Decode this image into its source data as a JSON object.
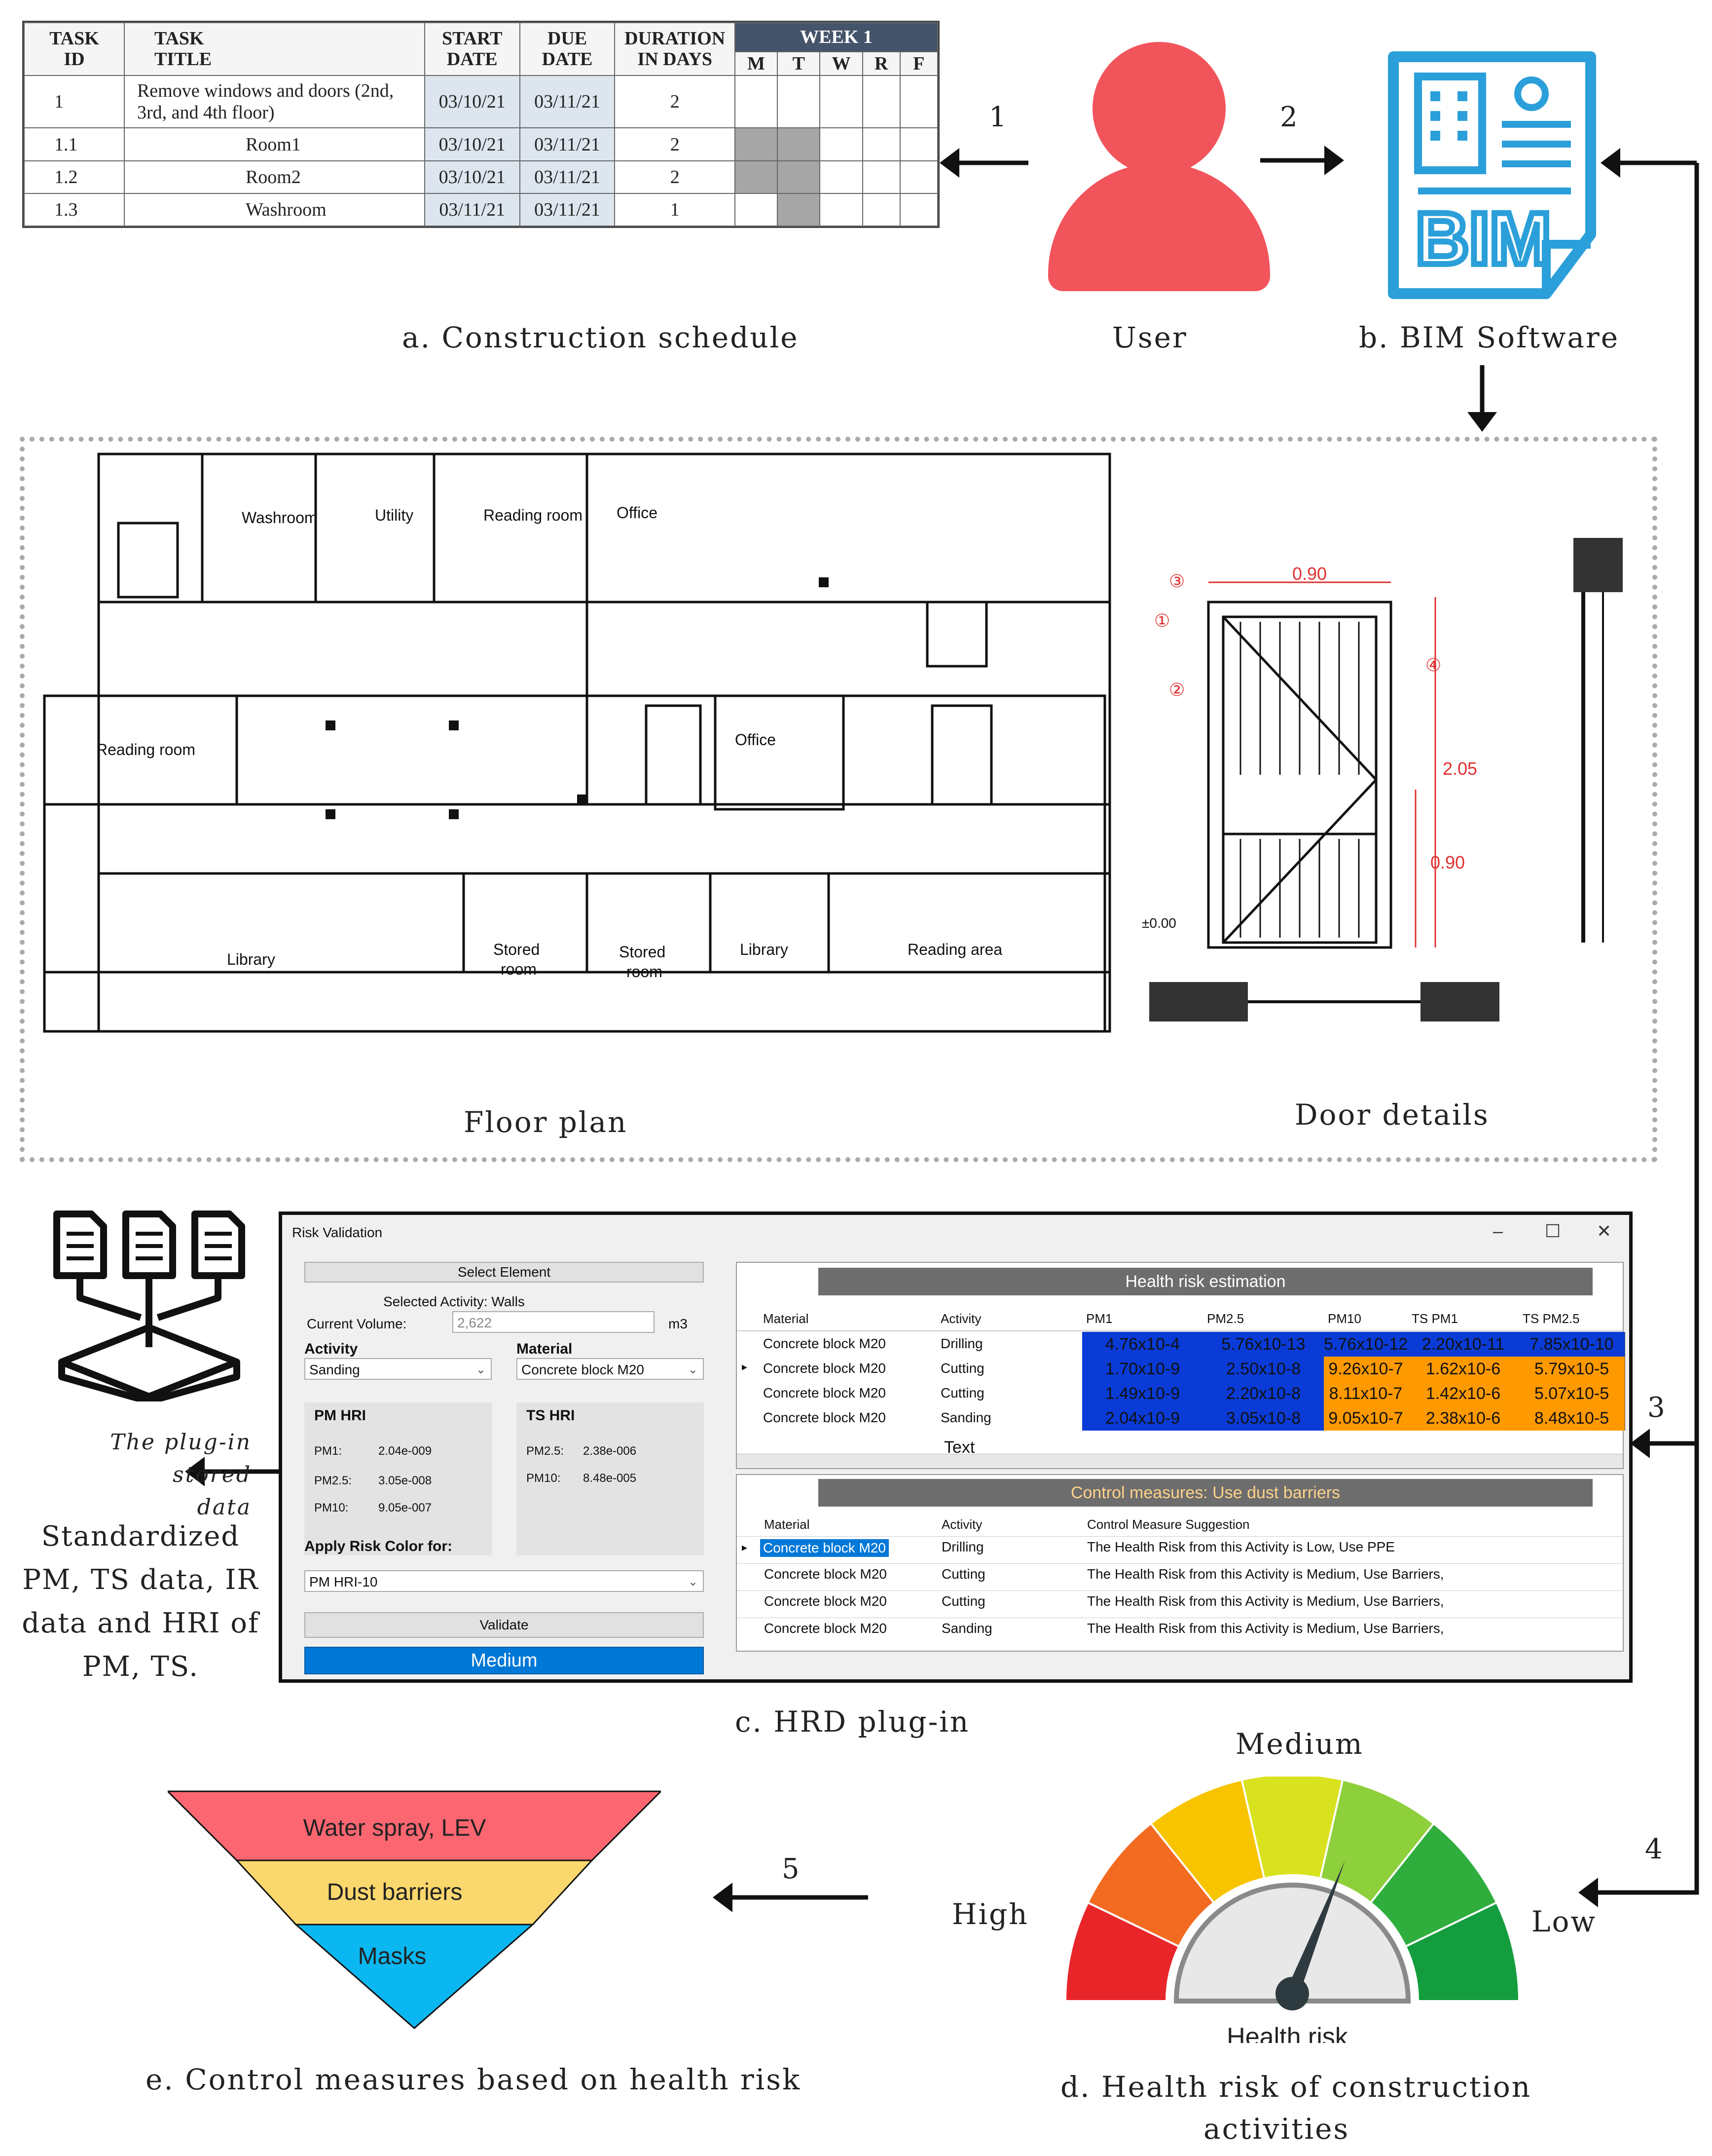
{
  "schedule": {
    "headers": {
      "task_id": [
        "TASK",
        "ID"
      ],
      "task_title": [
        "TASK",
        "TITLE"
      ],
      "start": [
        "START",
        "DATE"
      ],
      "due": [
        "DUE",
        "DATE"
      ],
      "duration": [
        "DURATION",
        "IN DAYS"
      ],
      "week": "WEEK 1",
      "days": [
        "M",
        "T",
        "W",
        "R",
        "F"
      ]
    },
    "rows": [
      {
        "id": "1",
        "title_line1": "Remove windows and doors (2nd,",
        "title_line2": "3rd, and 4th floor)",
        "start": "03/10/21",
        "due": "03/11/21",
        "days": "2",
        "filled": [
          false,
          false,
          false,
          false,
          false
        ]
      },
      {
        "id": "1.1",
        "title": "Room1",
        "start": "03/10/21",
        "due": "03/11/21",
        "days": "2",
        "filled": [
          true,
          true,
          false,
          false,
          false
        ]
      },
      {
        "id": "1.2",
        "title": "Room2",
        "start": "03/10/21",
        "due": "03/11/21",
        "days": "2",
        "filled": [
          true,
          true,
          false,
          false,
          false
        ]
      },
      {
        "id": "1.3",
        "title": "Washroom",
        "start": "03/11/21",
        "due": "03/11/21",
        "days": "1",
        "filled": [
          false,
          true,
          false,
          false,
          false
        ]
      }
    ]
  },
  "captions": {
    "schedule": "a. Construction schedule",
    "user": "User",
    "bim": "b. BIM Software",
    "floor_plan": "Floor plan",
    "door_details": "Door details",
    "plugin": "c. HRD plug-in",
    "gauge": "d. Health risk of construction",
    "gauge_line2": "activities",
    "control": "e. Control measures based on health risk"
  },
  "bim_icon_text": "BIM",
  "steps": [
    "1",
    "2",
    "3",
    "4",
    "5"
  ],
  "stored_data": {
    "line1": "The plug-in stored",
    "line2": "data"
  },
  "standardized": [
    "Standardized",
    "PM, TS data, IR",
    "data and HRI of",
    "PM, TS."
  ],
  "floor_plan_rooms": [
    "Washroom",
    "Utility",
    "Reading room",
    "Office",
    "Reading room",
    "Office",
    "Library",
    "Stored",
    "room",
    "Stored",
    "room",
    "Library",
    "Reading area"
  ],
  "door": {
    "width": "0.90",
    "height": "2.05",
    "sub": "0.90",
    "level": "±0.00",
    "markers": [
      "①",
      "②",
      "③",
      "④"
    ]
  },
  "plugin": {
    "window_title": "Risk Validation",
    "controls": [
      "–",
      "☐",
      "✕"
    ],
    "select_element": "Select Element",
    "selected_activity": "Selected Activity: Walls",
    "current_volume_label": "Current Volume:",
    "current_volume": "2,622",
    "volume_unit": "m3",
    "activity_label": "Activity",
    "activity_value": "Sanding",
    "material_label": "Material",
    "material_value": "Concrete block M20",
    "pm_hri": {
      "title": "PM HRI",
      "rows": [
        [
          "PM1:",
          "2.04e-009"
        ],
        [
          "PM2.5:",
          "3.05e-008"
        ],
        [
          "PM10:",
          "9.05e-007"
        ]
      ]
    },
    "ts_hri": {
      "title": "TS HRI",
      "rows": [
        [
          "PM2.5:",
          "2.38e-006"
        ],
        [
          "PM10:",
          "8.48e-005"
        ]
      ]
    },
    "apply_label": "Apply Risk Color for:",
    "apply_value": "PM HRI-10",
    "validate": "Validate",
    "result": "Medium",
    "health_title": "Health risk estimation",
    "health_cols": [
      "Material",
      "Activity",
      "PM1",
      "PM2.5",
      "PM10",
      "TS PM1",
      "TS PM2.5"
    ],
    "health_rows": [
      [
        "Concrete block M20",
        "Drilling",
        "4.76x10-4",
        "5.76x10-13",
        "5.76x10-12",
        "2.20x10-11",
        "7.85x10-10"
      ],
      [
        "Concrete block M20",
        "Cutting",
        "1.70x10-9",
        "2.50x10-8",
        "9.26x10-7",
        "1.62x10-6",
        "5.79x10-5"
      ],
      [
        "Concrete block M20",
        "Cutting",
        "1.49x10-9",
        "2.20x10-8",
        "8.11x10-7",
        "1.42x10-6",
        "5.07x10-5"
      ],
      [
        "Concrete block M20",
        "Sanding",
        "2.04x10-9",
        "3.05x10-8",
        "9.05x10-7",
        "2.38x10-6",
        "8.48x10-5"
      ]
    ],
    "scroll_text": "Text",
    "control_title": "Control measures: Use dust barriers",
    "control_cols": [
      "Material",
      "Activity",
      "Control Measure Suggestion"
    ],
    "control_rows": [
      [
        "Concrete block M20",
        "Drilling",
        "The Health Risk from this Activity is Low, Use PPE"
      ],
      [
        "Concrete block M20",
        "Cutting",
        "The Health Risk from this Activity is Medium, Use Barriers,"
      ],
      [
        "Concrete block M20",
        "Cutting",
        "The Health Risk from this Activity is Medium, Use Barriers,"
      ],
      [
        "Concrete block M20",
        "Sanding",
        "The Health Risk from this Activity is Medium, Use Barriers,"
      ]
    ],
    "colors": {
      "blue": "#0a3bd6",
      "orange": "#ff9900",
      "select": "#0078d7"
    }
  },
  "gauge": {
    "medium": "Medium",
    "high": "High",
    "low": "Low",
    "label": "Health risk",
    "needle_value": 0.62
  },
  "pyramid": {
    "levels": [
      "Water spray, LEV",
      "Dust barriers",
      "Masks"
    ],
    "colors": [
      "#fb6670",
      "#fbd86d",
      "#0bb7f0"
    ]
  }
}
